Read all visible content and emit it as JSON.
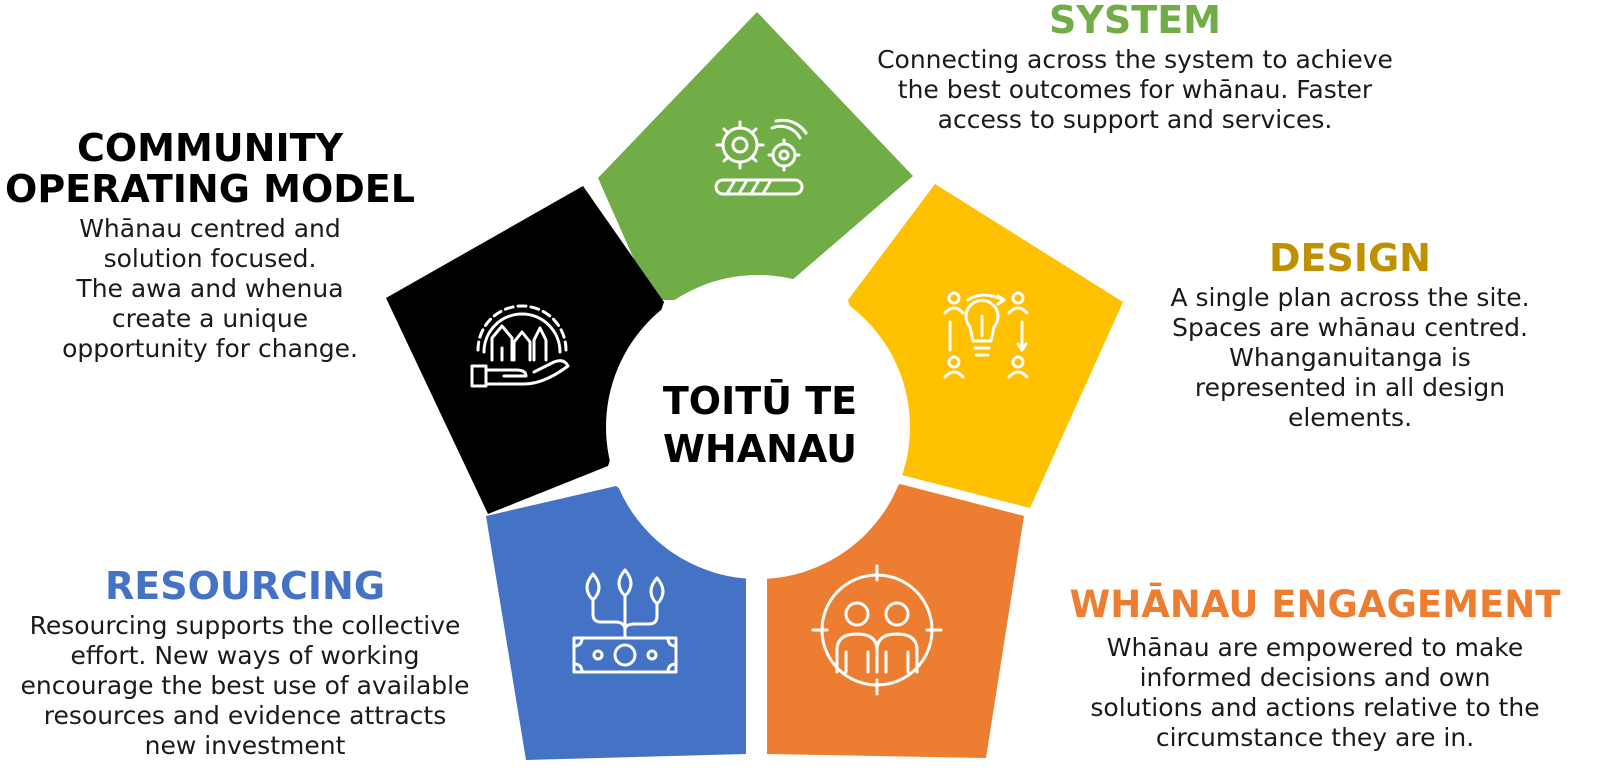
{
  "center": {
    "title_lines": [
      "TOITŪ TE",
      "WHANAU"
    ]
  },
  "colors": {
    "system": "#70ad47",
    "design": "#ffc000",
    "engagement": "#ed7d31",
    "resourcing": "#4472c4",
    "community": "#000000",
    "center": "#ffffff",
    "system_heading": "#70ad47",
    "design_heading": "#bf9000",
    "engagement_heading": "#ed7d31",
    "resourcing_heading": "#4472c4",
    "community_heading": "#000000"
  },
  "segments": [
    {
      "id": "system",
      "heading": "SYSTEM",
      "icon": "gears-progress-icon",
      "lines": [
        "Connecting across the system to achieve",
        "the best outcomes for whānau.  Faster",
        "access to support and services."
      ]
    },
    {
      "id": "design",
      "heading": "DESIGN",
      "icon": "lightbulb-people-icon",
      "lines": [
        "A single plan across the site.",
        "Spaces are whānau centred.",
        "Whanganuitanga is",
        "represented in all design",
        "elements."
      ]
    },
    {
      "id": "engagement",
      "heading": "WHĀNAU ENGAGEMENT",
      "icon": "people-target-icon",
      "lines": [
        "Whānau are empowered to make",
        "informed decisions and own",
        "solutions and actions relative to the",
        "circumstance they are in."
      ]
    },
    {
      "id": "resourcing",
      "heading": "RESOURCING",
      "icon": "money-growth-icon",
      "lines": [
        "Resourcing supports the collective",
        "effort.  New ways of working",
        "encourage the best use of available",
        "resources and evidence attracts",
        "new investment"
      ]
    },
    {
      "id": "community",
      "heading_lines": [
        "COMMUNITY",
        "OPERATING MODEL"
      ],
      "icon": "hand-community-icon",
      "lines": [
        "Whānau centred and",
        "solution focused.",
        "The awa and whenua",
        "create a unique",
        "opportunity for change."
      ]
    }
  ]
}
